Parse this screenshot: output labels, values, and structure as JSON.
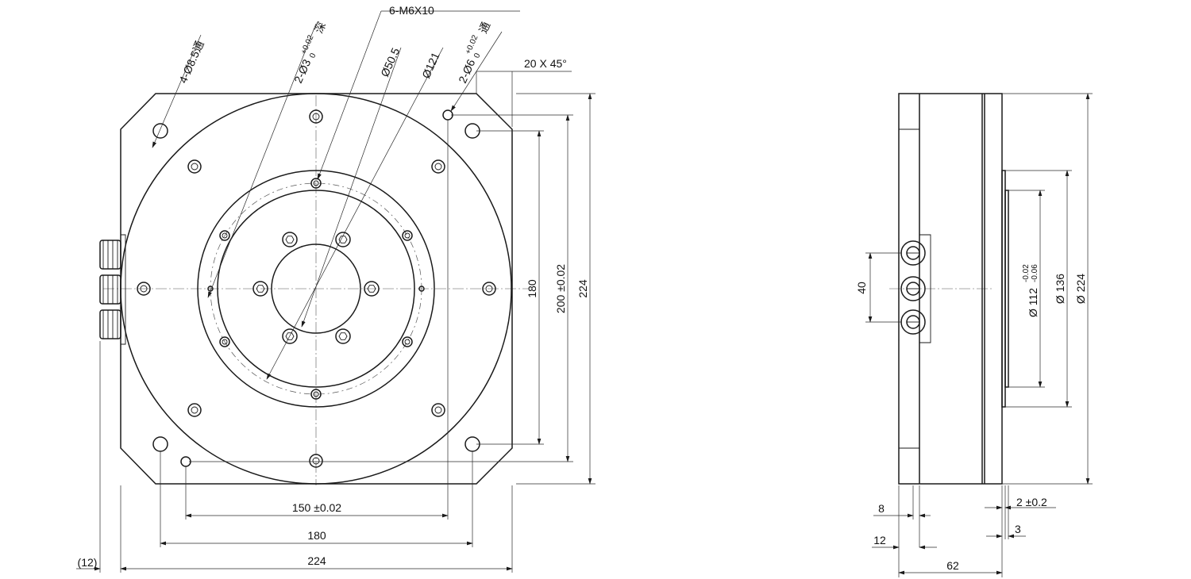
{
  "front_view": {
    "labels": {
      "holes_85": "4-Ø8.5通",
      "pin_holes_3": "2-Ø3",
      "pin_holes_3_tol": "+0.02",
      "pin_holes_3_tol2": "0",
      "pin_holes_3_deep": "深",
      "thread": "6-M6X10",
      "d505": "Ø50.5",
      "d121": "Ø121",
      "pin_holes_6": "2-Ø6",
      "pin_holes_6_tol": "+0.02",
      "pin_holes_6_tol2": "0",
      "pin_holes_6_thru": "通",
      "chamfer": "20 X 45°"
    },
    "dims": {
      "v180": "180",
      "v200": "200 ±0.02",
      "v224": "224",
      "h150": "150 ±0.02",
      "h180": "180",
      "h224": "224",
      "h12": "(12)"
    }
  },
  "side_view": {
    "dims": {
      "v40": "40",
      "d112": "Ø 112",
      "d112_tol_upper": "-0.02",
      "d112_tol_lower": "-0.06",
      "d136": "Ø 136",
      "d224": "Ø 224",
      "h2": "2 ±0.2",
      "h3": "3",
      "h8": "8",
      "h12": "12",
      "h62": "62"
    }
  }
}
